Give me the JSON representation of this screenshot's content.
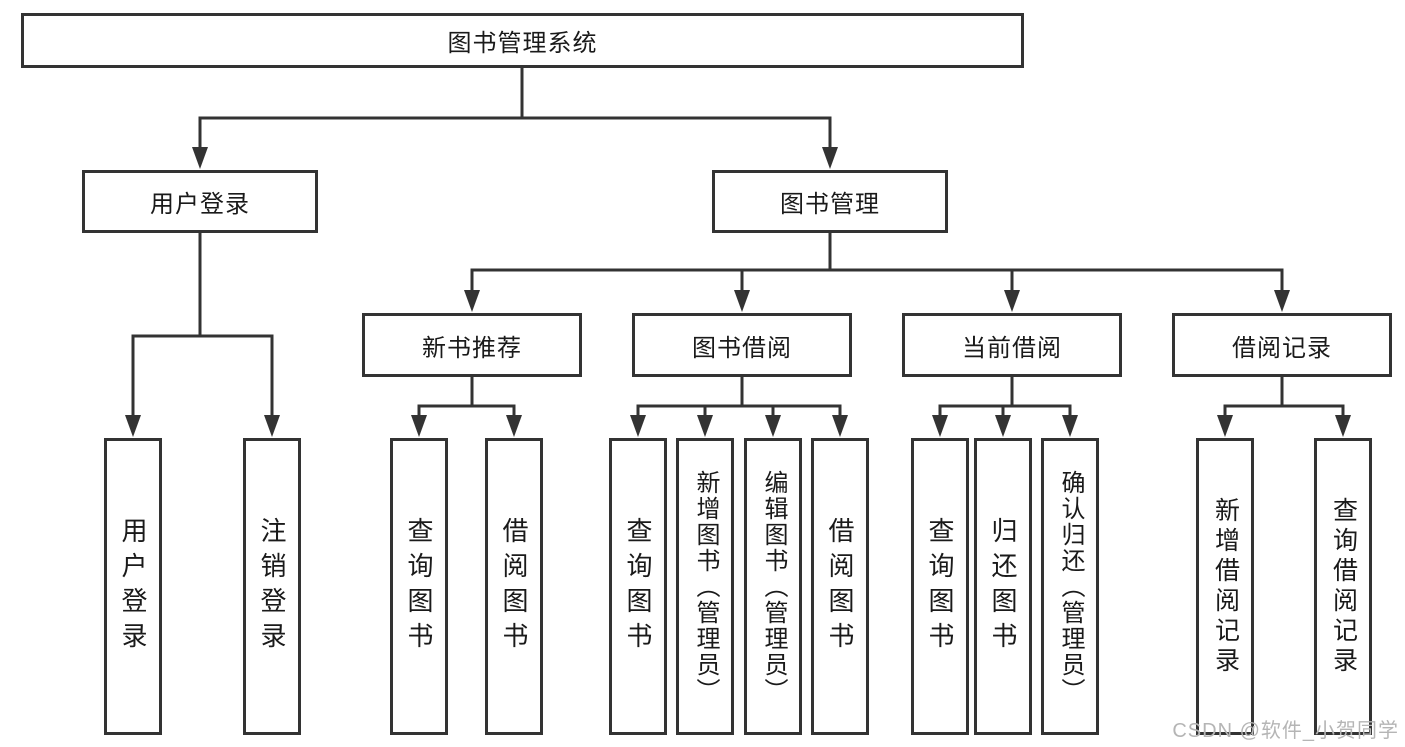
{
  "tree": {
    "root": {
      "label": "图书管理系统"
    },
    "branches": [
      {
        "label": "用户登录",
        "children": [
          {
            "label": "用户登录"
          },
          {
            "label": "注销登录"
          }
        ]
      },
      {
        "label": "图书管理",
        "children": [
          {
            "label": "新书推荐",
            "children": [
              {
                "label": "查询图书"
              },
              {
                "label": "借阅图书"
              }
            ]
          },
          {
            "label": "图书借阅",
            "children": [
              {
                "label": "查询图书"
              },
              {
                "label": "新增图书（管理员）"
              },
              {
                "label": "编辑图书（管理员）"
              },
              {
                "label": "借阅图书"
              }
            ]
          },
          {
            "label": "当前借阅",
            "children": [
              {
                "label": "查询图书"
              },
              {
                "label": "归还图书"
              },
              {
                "label": "确认归还（管理员）"
              }
            ]
          },
          {
            "label": "借阅记录",
            "children": [
              {
                "label": "新增借阅记录"
              },
              {
                "label": "查询借阅记录"
              }
            ]
          }
        ]
      }
    ]
  },
  "watermark": {
    "text": "CSDN @软件_小贺同学"
  },
  "colors": {
    "line": "#333333",
    "box_fill": "#ffffff",
    "text": "#1a1a1a",
    "watermark": "#b5b5b5"
  }
}
